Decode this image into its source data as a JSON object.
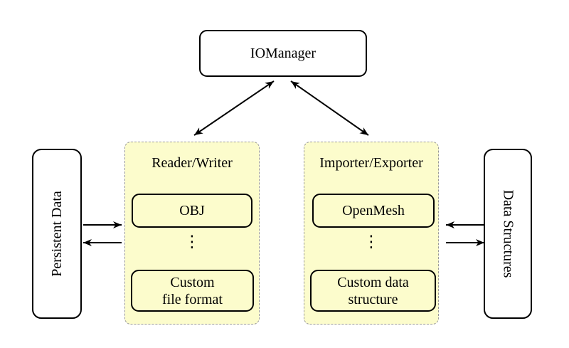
{
  "colors": {
    "group_fill": "#FCFCCC",
    "group_border": "#999999",
    "node_border": "#000000",
    "node_fill": "#FFFFFF",
    "arrow": "#000000",
    "text": "#000000",
    "background": "#FFFFFF"
  },
  "nodes": {
    "iomanager": {
      "label": "IOManager"
    },
    "persistent_data": {
      "label": "Persistent Data"
    },
    "data_structures": {
      "label": "Data Structures"
    },
    "reader_writer": {
      "title": "Reader/Writer",
      "ellipsis": "⋮",
      "items": [
        {
          "label": "OBJ"
        },
        {
          "label": "Custom\nfile format"
        }
      ]
    },
    "importer_exporter": {
      "title": "Importer/Exporter",
      "ellipsis": "⋮",
      "items": [
        {
          "label": "OpenMesh"
        },
        {
          "label": "Custom data\nstructure"
        }
      ]
    }
  },
  "connections": [
    {
      "from": "IOManager",
      "to": "Reader/Writer",
      "type": "bidirectional"
    },
    {
      "from": "IOManager",
      "to": "Importer/Exporter",
      "type": "bidirectional"
    },
    {
      "from": "Persistent Data",
      "to": "Reader/Writer",
      "type": "one-way"
    },
    {
      "from": "Reader/Writer",
      "to": "Persistent Data",
      "type": "one-way"
    },
    {
      "from": "Data Structures",
      "to": "Importer/Exporter",
      "type": "one-way"
    },
    {
      "from": "Importer/Exporter",
      "to": "Data Structures",
      "type": "one-way"
    }
  ]
}
